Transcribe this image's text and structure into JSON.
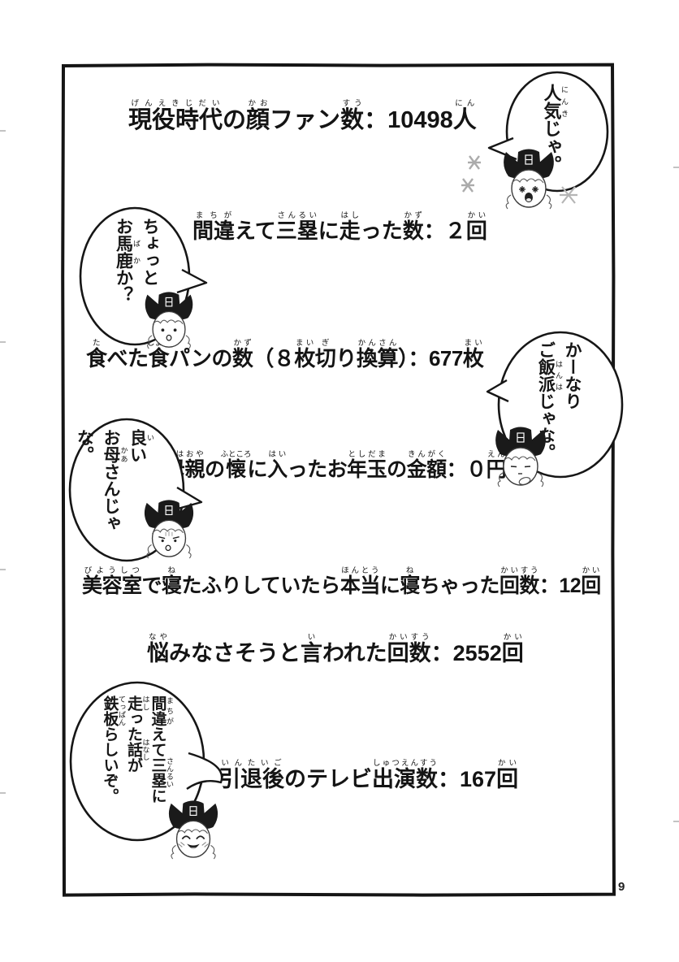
{
  "page": {
    "number": "9"
  },
  "colors": {
    "ink": "#111111",
    "paper": "#ffffff"
  },
  "stats": [
    {
      "segments": [
        {
          "t": "現役時代",
          "r": "げんえきじだい"
        },
        {
          "t": "の"
        },
        {
          "t": "顔",
          "r": "かお"
        },
        {
          "t": "ファン"
        },
        {
          "t": "数",
          "r": "すう"
        },
        {
          "t": "：10498"
        },
        {
          "t": "人",
          "r": "にん"
        }
      ]
    },
    {
      "segments": [
        {
          "t": "間違",
          "r": "まちが"
        },
        {
          "t": "えて"
        },
        {
          "t": "三塁",
          "r": "さんるい"
        },
        {
          "t": "に"
        },
        {
          "t": "走",
          "r": "はし"
        },
        {
          "t": "った"
        },
        {
          "t": "数",
          "r": "かず"
        },
        {
          "t": "：２"
        },
        {
          "t": "回",
          "r": "かい"
        }
      ]
    },
    {
      "segments": [
        {
          "t": "食",
          "r": "た"
        },
        {
          "t": "べた"
        },
        {
          "t": "食",
          "r": "しょく"
        },
        {
          "t": "パンの"
        },
        {
          "t": "数",
          "r": "かず"
        },
        {
          "t": "（８"
        },
        {
          "t": "枚",
          "r": "まい"
        },
        {
          "t": "切",
          "r": "ぎ"
        },
        {
          "t": "り"
        },
        {
          "t": "換算",
          "r": "かんさん"
        },
        {
          "t": "）：677"
        },
        {
          "t": "枚",
          "r": "まい"
        }
      ]
    },
    {
      "segments": [
        {
          "t": "母親",
          "r": "ははおや"
        },
        {
          "t": "の"
        },
        {
          "t": "懐",
          "r": "ふところ"
        },
        {
          "t": "に"
        },
        {
          "t": "入",
          "r": "はい"
        },
        {
          "t": "ったお"
        },
        {
          "t": "年玉",
          "r": "としだま"
        },
        {
          "t": "の"
        },
        {
          "t": "金額",
          "r": "きんがく"
        },
        {
          "t": "：０"
        },
        {
          "t": "円",
          "r": "えん"
        }
      ]
    },
    {
      "segments": [
        {
          "t": "美容室",
          "r": "びようしつ"
        },
        {
          "t": "で"
        },
        {
          "t": "寝",
          "r": "ね"
        },
        {
          "t": "たふりしていたら"
        },
        {
          "t": "本当",
          "r": "ほんとう"
        },
        {
          "t": "に"
        },
        {
          "t": "寝",
          "r": "ね"
        },
        {
          "t": "ちゃった"
        },
        {
          "t": "回数",
          "r": "かいすう"
        },
        {
          "t": "：12"
        },
        {
          "t": "回",
          "r": "かい"
        }
      ]
    },
    {
      "segments": [
        {
          "t": "悩",
          "r": "なや"
        },
        {
          "t": "みなさそうと"
        },
        {
          "t": "言",
          "r": "い"
        },
        {
          "t": "われた"
        },
        {
          "t": "回数",
          "r": "かいすう"
        },
        {
          "t": "：2552"
        },
        {
          "t": "回",
          "r": "かい"
        }
      ]
    },
    {
      "segments": [
        {
          "t": "引退後",
          "r": "いんたいご"
        },
        {
          "t": "のテレビ"
        },
        {
          "t": "出演数",
          "r": "しゅつえんすう"
        },
        {
          "t": "：167"
        },
        {
          "t": "回",
          "r": "かい"
        }
      ]
    }
  ],
  "bubbles": [
    {
      "lines": [
        [
          {
            "t": "人気",
            "r": "にんき"
          },
          {
            "t": "じゃ。"
          }
        ]
      ]
    },
    {
      "lines": [
        [
          {
            "t": "ちょっと"
          }
        ],
        [
          {
            "t": "お"
          },
          {
            "t": "馬鹿",
            "r": "ばか"
          },
          {
            "t": "か？"
          }
        ]
      ]
    },
    {
      "lines": [
        [
          {
            "t": "かーなり"
          }
        ],
        [
          {
            "t": "ご"
          },
          {
            "t": "飯派",
            "r": "はんは"
          },
          {
            "t": "じゃな。"
          }
        ]
      ]
    },
    {
      "lines": [
        [
          {
            "t": "良",
            "r": "い"
          },
          {
            "t": "い"
          }
        ],
        [
          {
            "t": "お"
          },
          {
            "t": "母",
            "r": "かあ"
          },
          {
            "t": "さんじゃな。"
          }
        ]
      ]
    },
    {
      "lines": [
        [
          {
            "t": "間違",
            "r": "まちが"
          },
          {
            "t": "えて"
          },
          {
            "t": "三塁",
            "r": "さんるい"
          },
          {
            "t": "に"
          }
        ],
        [
          {
            "t": "走",
            "r": "はし"
          },
          {
            "t": "った"
          },
          {
            "t": "話",
            "r": "はなし"
          },
          {
            "t": "が"
          }
        ],
        [
          {
            "t": "鉄板",
            "r": "てっぱん"
          },
          {
            "t": "らしいぞ。"
          }
        ]
      ]
    }
  ],
  "characters": [
    {
      "id": "chibi-excited",
      "expression": "sparkling-excited"
    },
    {
      "id": "chibi-deadpan",
      "expression": "deadpan"
    },
    {
      "id": "chibi-pondering",
      "expression": "pondering"
    },
    {
      "id": "chibi-troubled",
      "expression": "troubled"
    },
    {
      "id": "chibi-laughing",
      "expression": "laughing"
    }
  ]
}
